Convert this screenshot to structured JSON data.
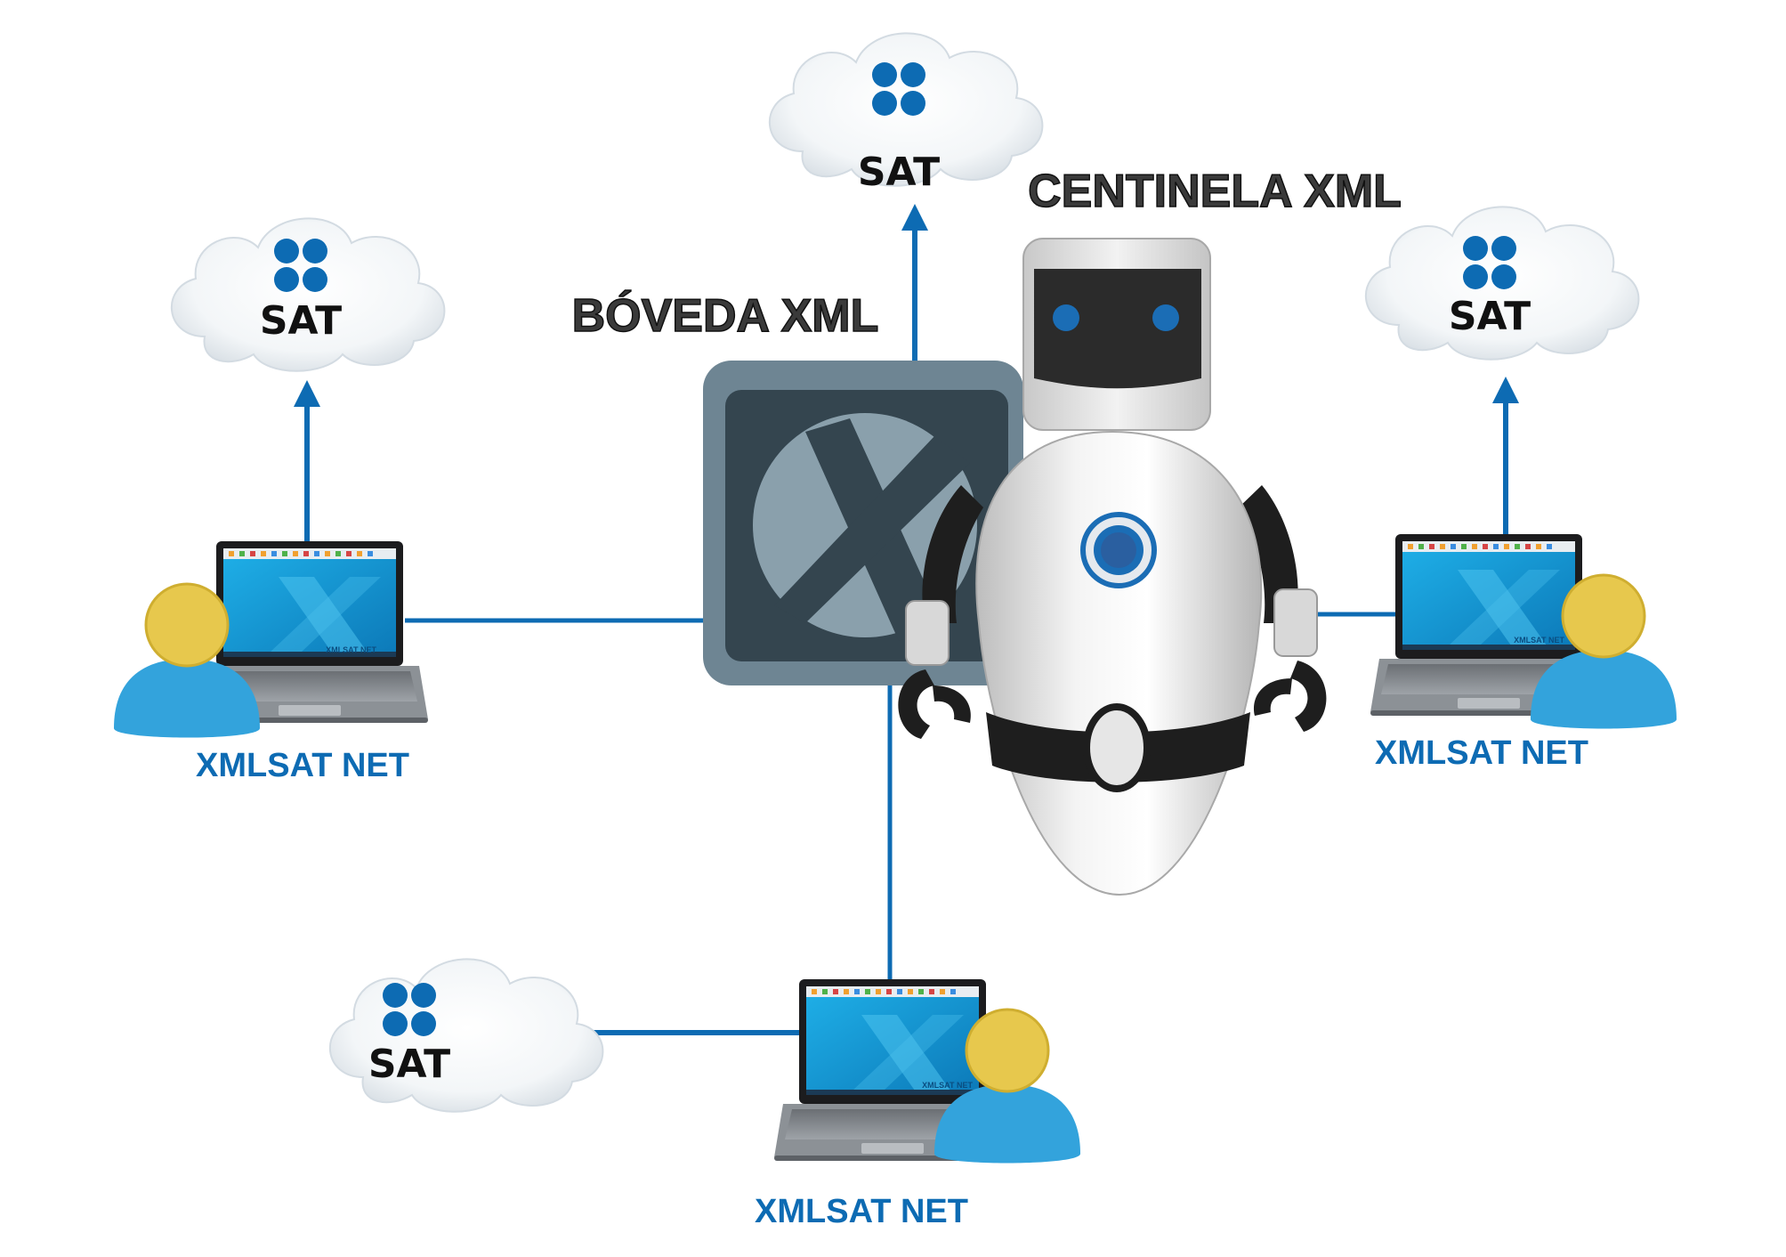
{
  "diagram": {
    "hub_label": "BÓVEDA XML",
    "robot_label": "CENTINELA XML",
    "cloud_label": "SAT",
    "client_label": "XMLSAT NET",
    "laptop_brand": "XMLSAT NET",
    "icons": {
      "cloud": "cloud-icon",
      "sat_logo": "sat-logo-icon",
      "laptop": "laptop-icon",
      "user": "user-icon",
      "hub": "vault-x-icon",
      "robot": "robot-icon"
    },
    "colors": {
      "connector": "#0d6bb3",
      "label_blue": "#0d6bb3",
      "sat_dots": "#0d6bb3",
      "hub_frame": "#6e8593",
      "hub_inner": "#34454f",
      "user_head": "#e7c84d",
      "user_body": "#33a3dc",
      "screen": "#1aa7e0",
      "robot_face": "#2b2b2b",
      "robot_eye": "#1b6db5"
    }
  }
}
